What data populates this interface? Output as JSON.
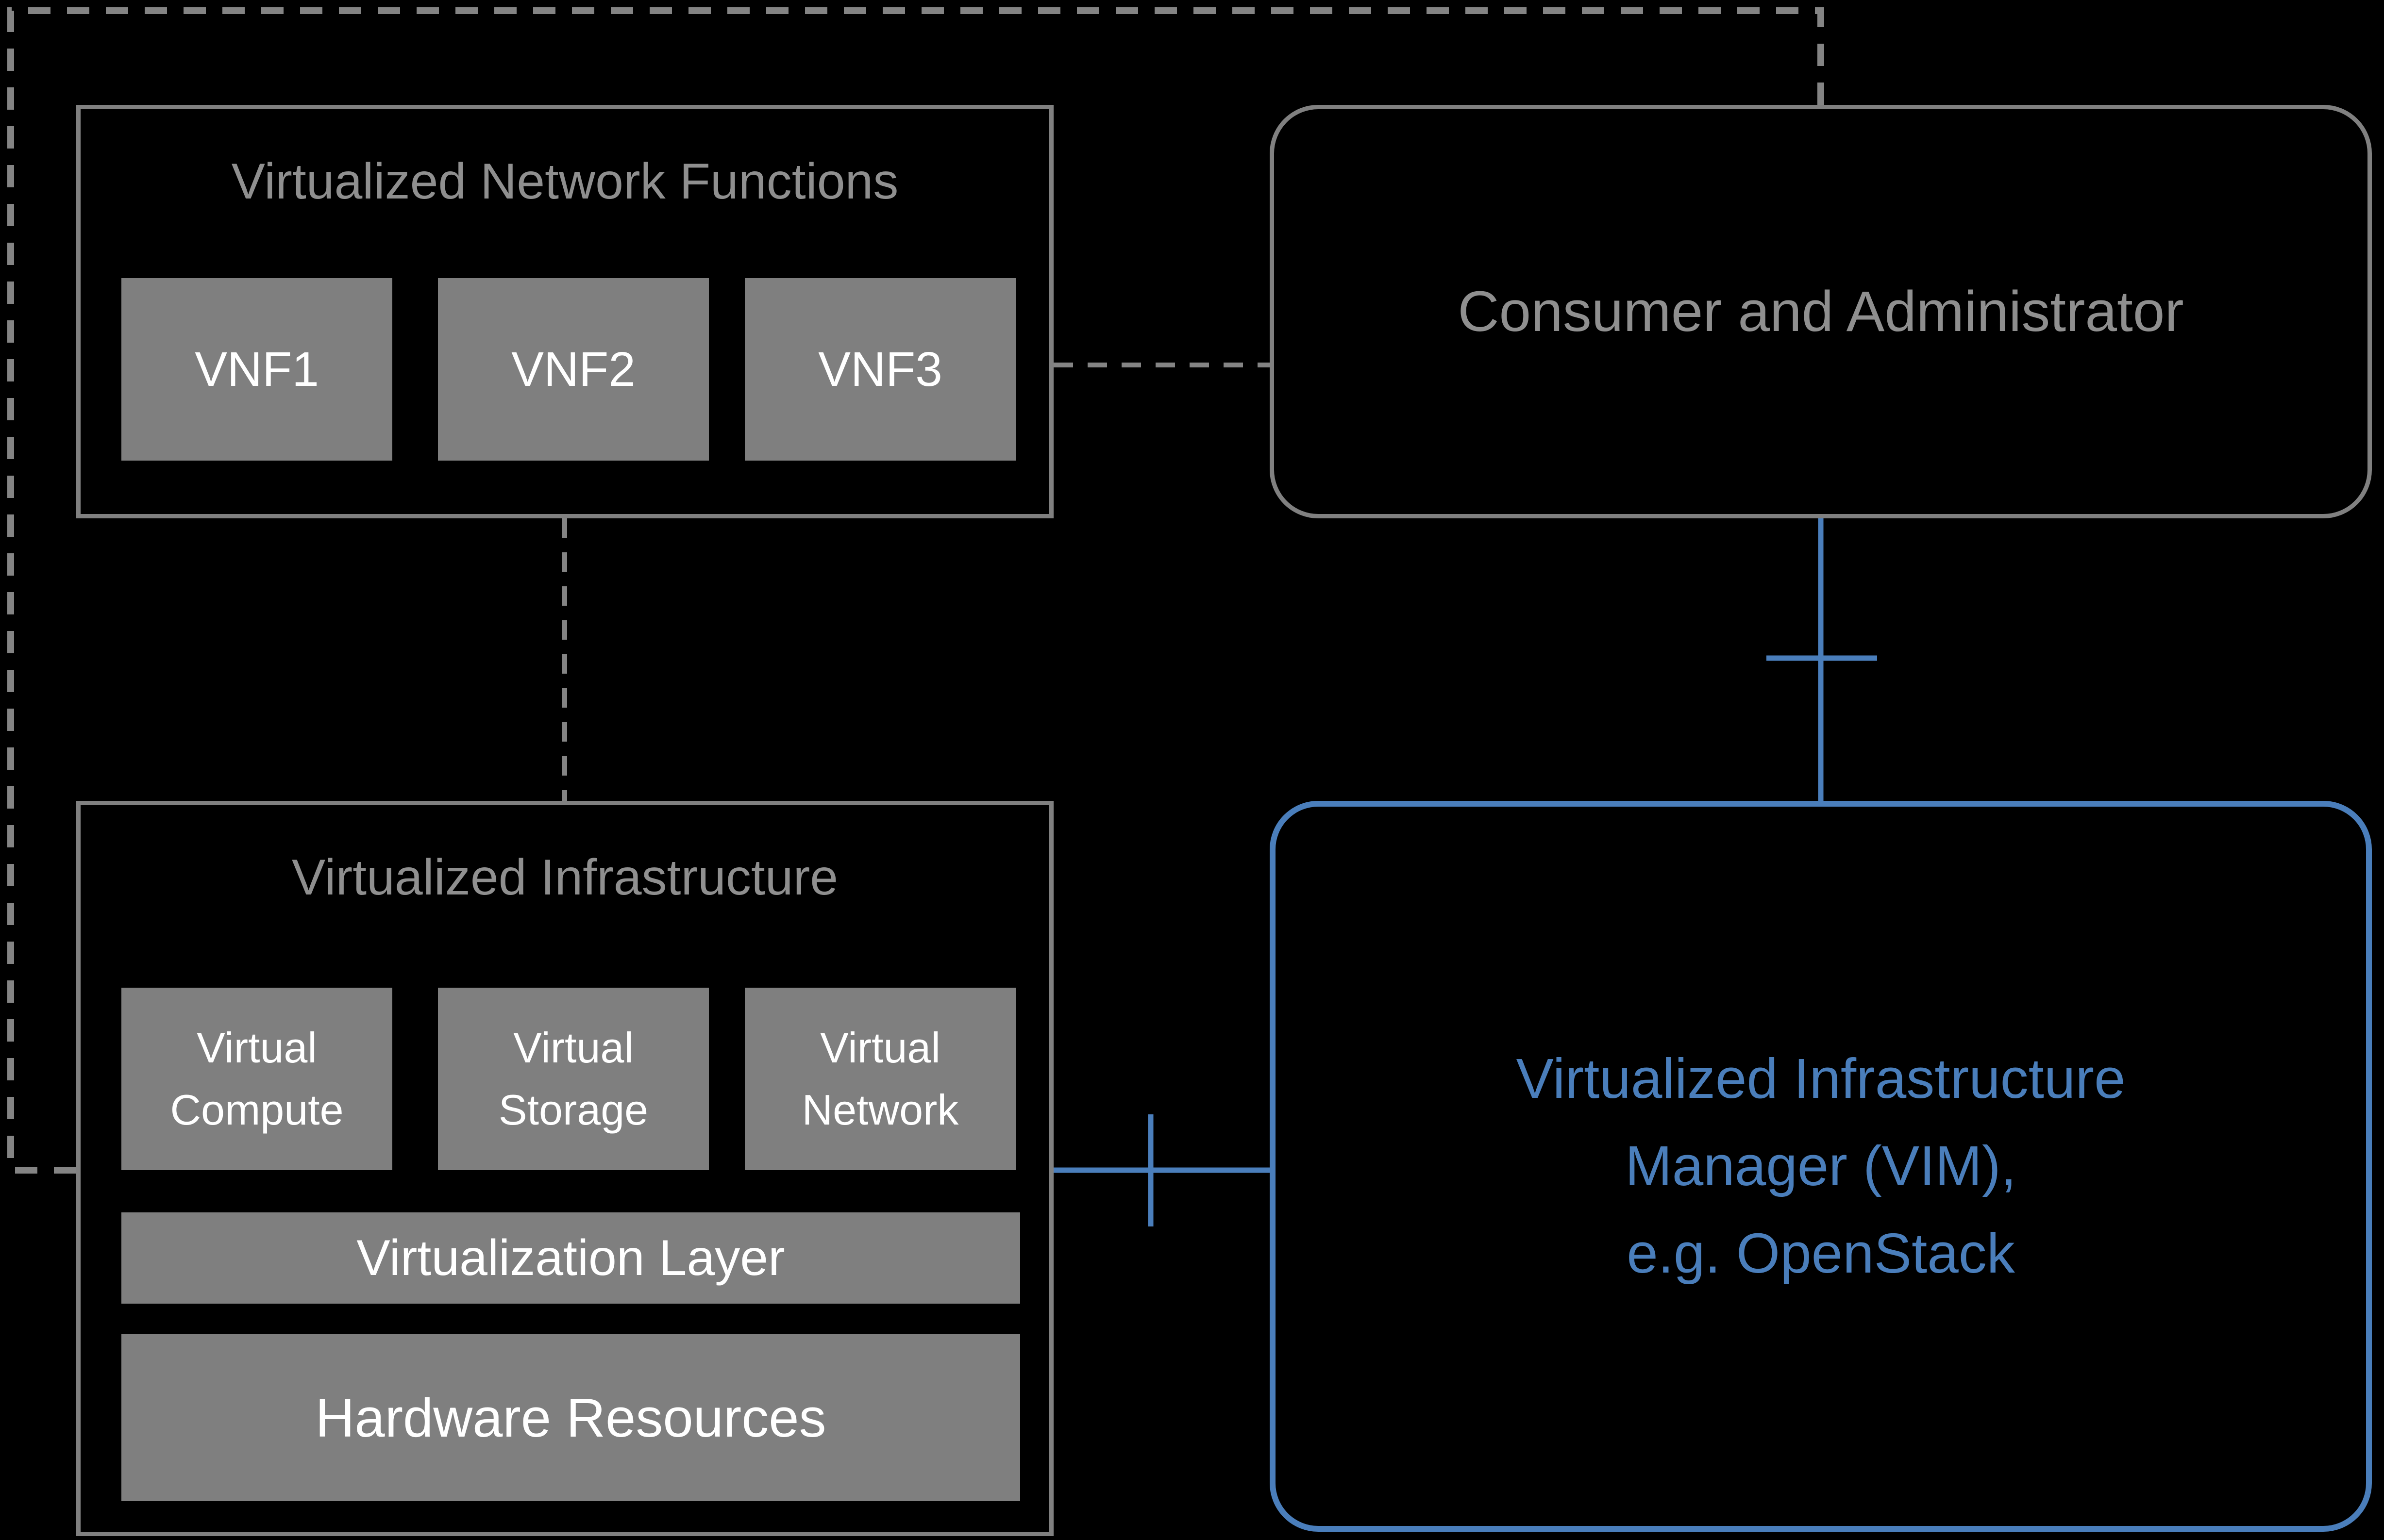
{
  "colors": {
    "background": "#000000",
    "gray_border": "#808080",
    "gray_fill": "#7f7f7f",
    "gray_text": "#8f8f8f",
    "white_text": "#ffffff",
    "blue_accent": "#4a7ebb"
  },
  "vnf_section": {
    "title": "Virtualized Network Functions",
    "items": [
      {
        "label": "VNF1"
      },
      {
        "label": "VNF2"
      },
      {
        "label": "VNF3"
      }
    ]
  },
  "consumer_box": {
    "label": "Consumer and Administrator"
  },
  "infrastructure_section": {
    "title": "Virtualized Infrastructure",
    "resources": [
      {
        "label": "Virtual Compute"
      },
      {
        "label": "Virtual Storage"
      },
      {
        "label": "Virtual Network"
      }
    ],
    "layers": [
      {
        "label": "Virtualization Layer"
      },
      {
        "label": "Hardware Resources"
      }
    ]
  },
  "vim_box": {
    "lines": [
      "Virtualized Infrastructure",
      "Manager (VIM),",
      "e.g. OpenStack"
    ]
  }
}
